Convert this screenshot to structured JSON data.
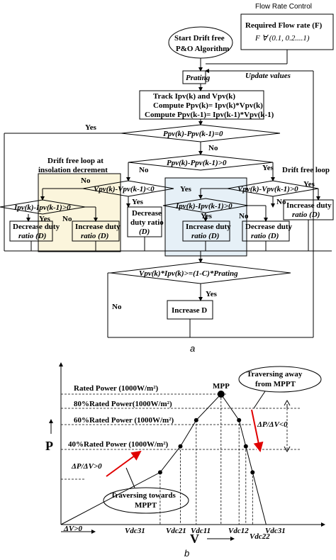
{
  "flow": {
    "header": "Flow Rate Control",
    "required": "Required Flow rate (F)",
    "required_set": "F ∀ (0.1, 0.2....1)",
    "start": "Start Drift free",
    "start2": "P&O Algorithm",
    "prating": "Prating",
    "update": "Update values",
    "track1": "Track Ipv(k) and Vpv(k)",
    "track2": "Compute Ppv(k)= Ipv(k)*Vpv(k)",
    "track3": "Compute Ppv(k-1)= Ipv(k-1)*Vpv(k-1)",
    "dec1": "Ppv(k)-Ppv(k-1)=0",
    "yes": "Yes",
    "no": "No",
    "dec2": "Ppv(k)-Ppv(k-1)>0",
    "left_title1": "Drift free loop at",
    "left_title2": "insolation decrement",
    "right_title": "Drift free loop",
    "dec3": "Vpv(k)-Vpv(k-1)<0",
    "dec4": "Vpv(k)-Vpv(k-1)>0",
    "dec5": "Ipv(k)-Ipv(k-1)>0",
    "dec6": "Ipv(k)-Ipv(k-1)>0",
    "decrease_duty": "Decrease duty",
    "ratio_d": "ratio (D)",
    "decrease": "Decrease",
    "duty_ratio": "duty ratio",
    "d": "(D)",
    "increase_duty": "Increase duty",
    "dec7": "Vpv(k)*Ipv(k)>=(1-C)*Prating",
    "increase_d": "Increase D",
    "caption_a": "a"
  },
  "chart": {
    "title_mpp": "MPP",
    "away1": "Traversing away",
    "away2": "from MPPT",
    "towards1": "Traversing towards",
    "towards2": "MPPT",
    "rated": "Rated Power (1000W/m²)",
    "p80": "80%Rated Power(1000W/m²)",
    "p60": "60%Rated Power (1000W/m²)",
    "p40": "40%Rated Power (1000W/m²)",
    "dpdv_pos": "ΔP/ΔV>0",
    "dpdv_neg": "ΔP/ΔV<0",
    "dv": "ΔV>0",
    "ylabel": "P",
    "xlabel": "V",
    "xticks": [
      "Vdc31",
      "Vdc21",
      "Vdc11",
      "Vdc12",
      "Vdc22",
      "Vdc31"
    ],
    "caption_b": "b"
  },
  "chart_data": {
    "type": "line",
    "title": "",
    "xlabel": "V",
    "ylabel": "P",
    "series": [
      {
        "values": [
          [
            0,
            0
          ],
          [
            0.44,
            0.4
          ],
          [
            0.53,
            0.6
          ],
          [
            0.6,
            0.8
          ],
          [
            0.71,
            1.0
          ],
          [
            0.79,
            0.8
          ],
          [
            0.82,
            0.6
          ],
          [
            0.85,
            0.4
          ],
          [
            0.91,
            0
          ]
        ]
      }
    ]
  }
}
